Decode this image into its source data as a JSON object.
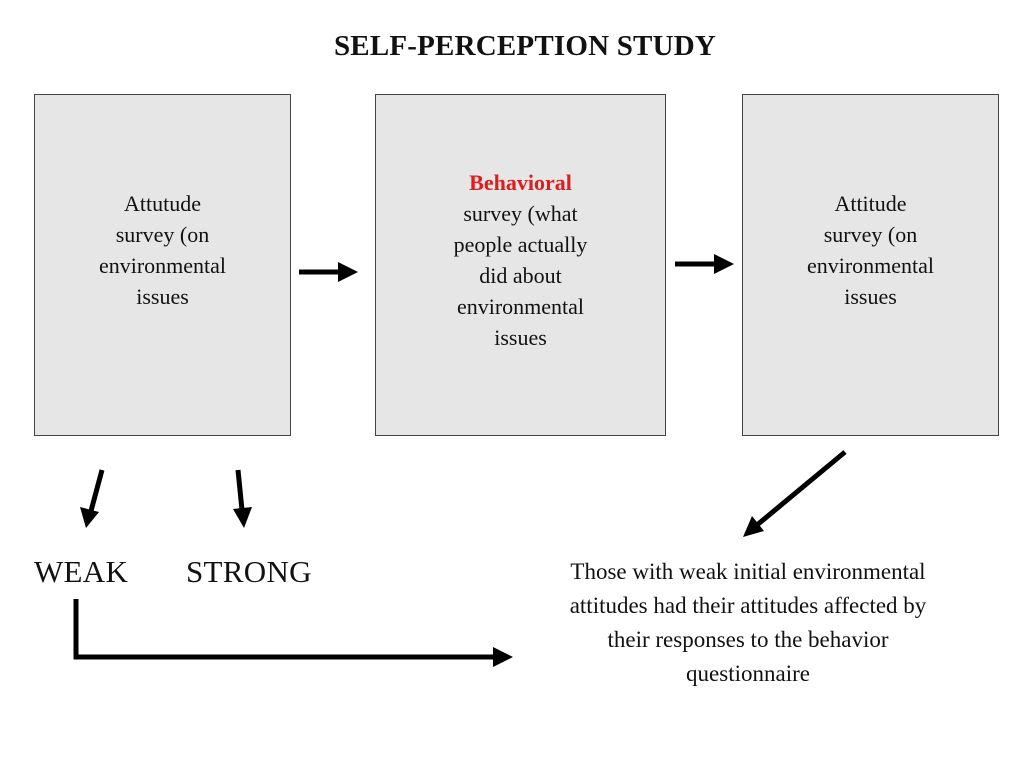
{
  "title": "SELF-PERCEPTION STUDY",
  "boxes": {
    "pre_attitude": {
      "lines": [
        "Attutude",
        "survey (on",
        "environmental",
        "issues"
      ]
    },
    "behavioral": {
      "highlight": "Behavioral",
      "lines": [
        "survey (what",
        "people actually",
        "did about",
        "environmental",
        "issues"
      ]
    },
    "post_attitude": {
      "lines": [
        "Attitude",
        "survey (on",
        "environmental",
        "issues"
      ]
    }
  },
  "labels": {
    "weak": "WEAK",
    "strong": "STRONG"
  },
  "conclusion": {
    "lines": [
      "Those with weak initial environmental",
      "attitudes had their attitudes affected by",
      "their responses to the behavior",
      "questionnaire"
    ]
  },
  "colors": {
    "box_fill": "#e6e6e6",
    "highlight": "#e31b1b",
    "arrow": "#000000"
  }
}
